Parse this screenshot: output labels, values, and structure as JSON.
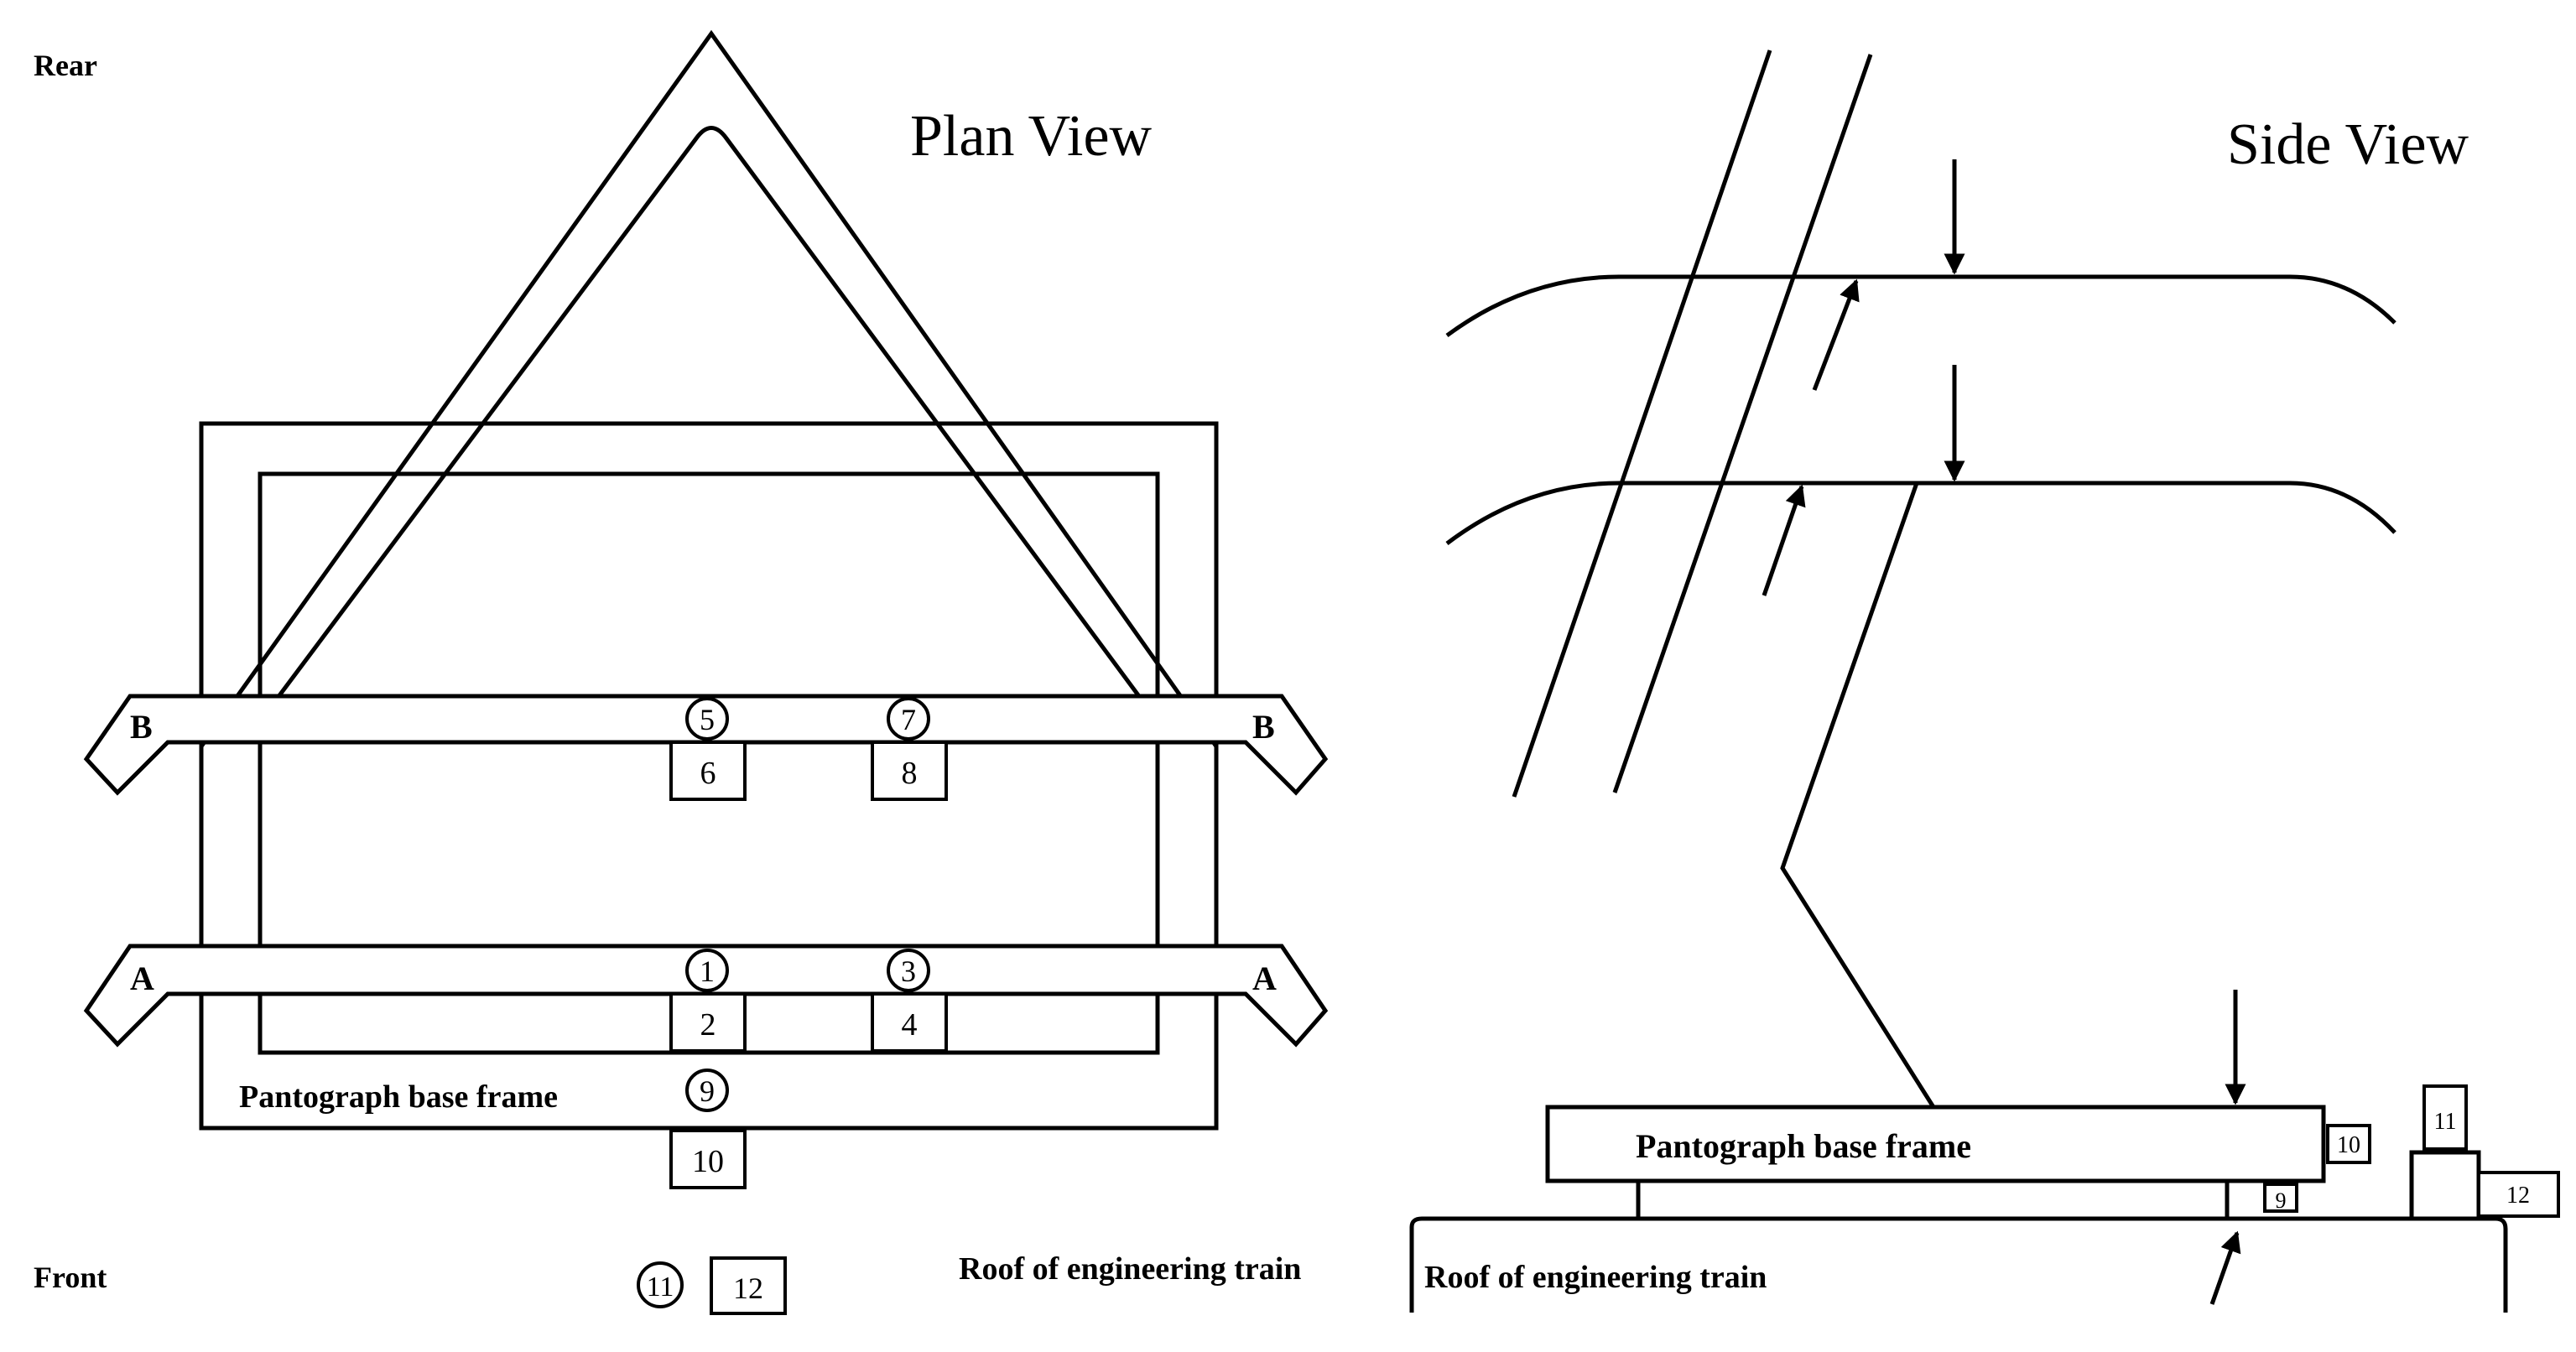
{
  "plan": {
    "title": "Plan View",
    "rear_label": "Rear",
    "front_label": "Front",
    "bar_b_left": "B",
    "bar_b_right": "B",
    "bar_a_left": "A",
    "bar_a_right": "A",
    "base_frame_label": "Pantograph base frame",
    "roof_label": "Roof of engineering train",
    "sensors": {
      "s1": "1",
      "s2": "2",
      "s3": "3",
      "s4": "4",
      "s5": "5",
      "s6": "6",
      "s7": "7",
      "s8": "8",
      "s9": "9",
      "s10": "10",
      "s11": "11",
      "s12": "12"
    }
  },
  "side": {
    "title": "Side View",
    "base_frame_label": "Pantograph base frame",
    "roof_label": "Roof of engineering train",
    "sensors": {
      "s9": "9",
      "s10": "10",
      "s11": "11",
      "s12": "12"
    }
  }
}
